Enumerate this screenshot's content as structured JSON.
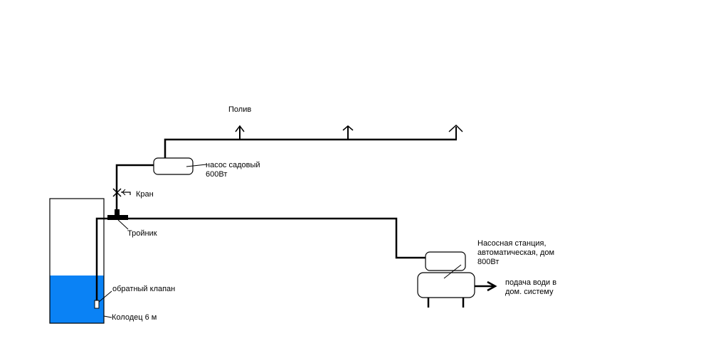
{
  "labels": {
    "watering": "Полив",
    "garden_pump_line1": "насос садовый",
    "garden_pump_line2": "600Вт",
    "valve": "Кран",
    "tee": "Тройник",
    "station_line1": "Насосная станция,",
    "station_line2": "автоматическая, дом",
    "station_line3": "800Вт",
    "supply_line1": "подача води в",
    "supply_line2": "дом. систему",
    "check_valve": "обратный клапан",
    "well": "Колодец 6 м"
  },
  "colors": {
    "water": "#0a82f5",
    "line": "#000000",
    "background": "#ffffff"
  }
}
